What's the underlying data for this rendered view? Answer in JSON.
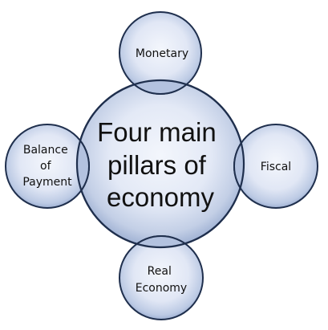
{
  "center": {
    "lines": [
      "Four main",
      "pillars of",
      "economy"
    ]
  },
  "pillars": {
    "top": {
      "lines": [
        "Monetary"
      ]
    },
    "right": {
      "lines": [
        "Fiscal"
      ]
    },
    "bottom": {
      "lines": [
        "Real",
        "Economy"
      ]
    },
    "left": {
      "lines": [
        "Balance",
        "of",
        "Payment"
      ]
    }
  },
  "colors": {
    "circle_edge": "#1f2f4d",
    "circle_fill_light": "#eef2fa",
    "circle_fill_dark": "#9fb1d3",
    "overlap_fill": "#b3c2df"
  }
}
